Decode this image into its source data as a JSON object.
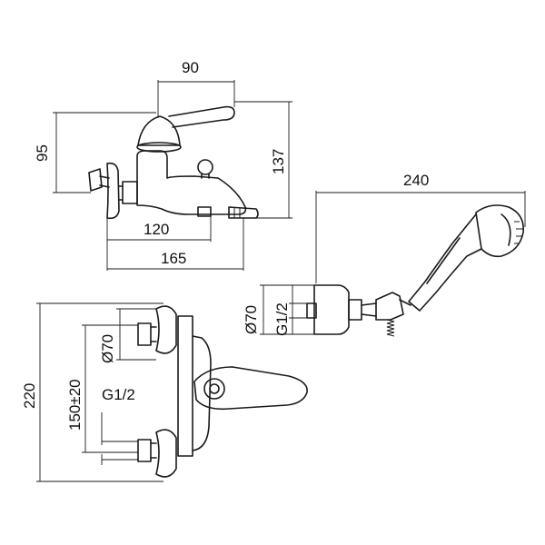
{
  "dimensions": {
    "top_width": "90",
    "top_height_left": "95",
    "top_height_right": "137",
    "top_depth_120": "120",
    "top_depth_165": "165",
    "shower_length": "240",
    "shower_diameter": "Ø70",
    "shower_thread": "G1/2",
    "front_height": "220",
    "front_spacing": "150±20",
    "front_diameter": "Ø70",
    "front_thread": "G1/2"
  },
  "colors": {
    "line": "#1a1a1a",
    "background": "#ffffff"
  }
}
